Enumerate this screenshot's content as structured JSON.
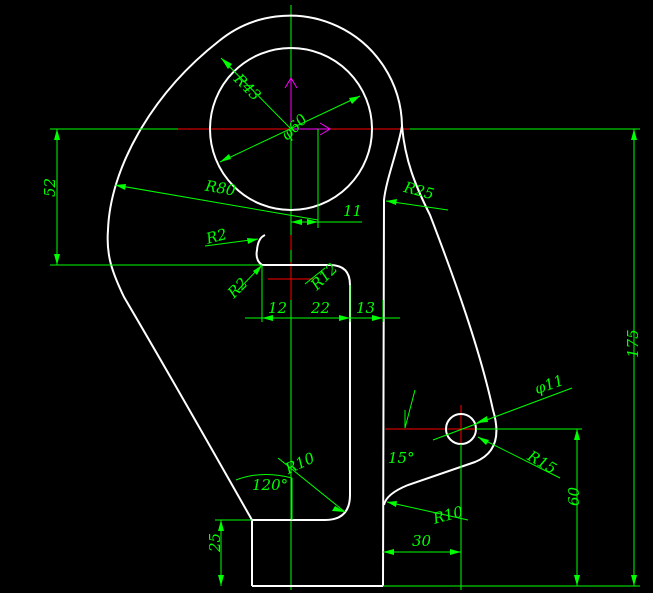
{
  "drawing": {
    "background": "#000000",
    "colors": {
      "outline": "#ffffff",
      "dimension": "#00ff00",
      "centerline": "#ff0000",
      "ucs": "#ff00ff"
    },
    "dimensions": {
      "d52": "52",
      "r43": "R43",
      "d60": "φ60",
      "r80": "R80",
      "d11_top": "11",
      "r25": "R25",
      "r2_a": "R2",
      "r2_b": "R2",
      "r12": "R12",
      "d12": "12",
      "d22": "22",
      "d13": "13",
      "d175": "175",
      "d11_hole": "φ11",
      "ang15": "15°",
      "r15": "R15",
      "d60_right": "60",
      "r10_left": "R10",
      "ang120": "120°",
      "r10_right": "R10",
      "d30": "30",
      "d25": "25"
    }
  }
}
